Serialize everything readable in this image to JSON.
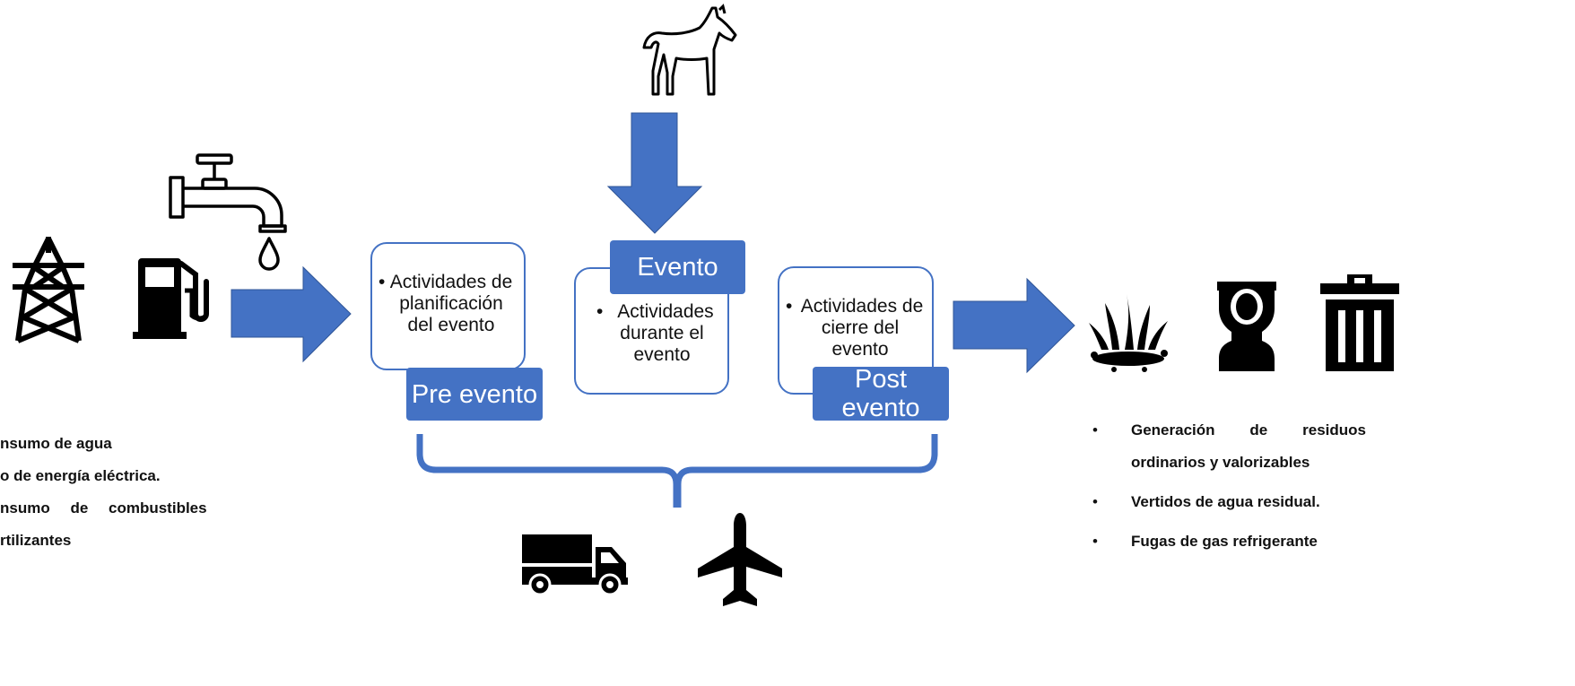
{
  "stages": [
    {
      "id": "pre",
      "tag": "Pre evento",
      "bullet": "•",
      "lines": [
        "Actividades de",
        "planificación",
        "del evento"
      ]
    },
    {
      "id": "during",
      "tag": "Evento",
      "bullet": "•",
      "lines": [
        "Actividades",
        "durante el",
        "evento"
      ]
    },
    {
      "id": "post",
      "tag_lines": [
        "Post",
        "evento"
      ],
      "bullet": "•",
      "lines": [
        "Actividades de",
        "cierre del",
        "evento"
      ]
    }
  ],
  "inputs_list": [
    "nsumo de agua",
    "o de energía eléctrica.",
    "nsumo de combustibles",
    "rtilizantes"
  ],
  "outputs_list": [
    {
      "bullet": "•",
      "lines": [
        "Generación de residuos",
        "ordinarios y valorizables"
      ]
    },
    {
      "bullet": "•",
      "lines": [
        "Vertidos de agua residual."
      ]
    },
    {
      "bullet": "•",
      "lines": [
        "Fugas de gas refrigerante"
      ]
    }
  ],
  "colors": {
    "accent": "#4472c4",
    "icon": "#000000"
  },
  "icons": [
    "power-tower-icon",
    "fuel-pump-icon",
    "water-tap-icon",
    "horse-icon",
    "water-spill-icon",
    "toilet-icon",
    "trash-bin-icon",
    "truck-icon",
    "airplane-icon"
  ]
}
